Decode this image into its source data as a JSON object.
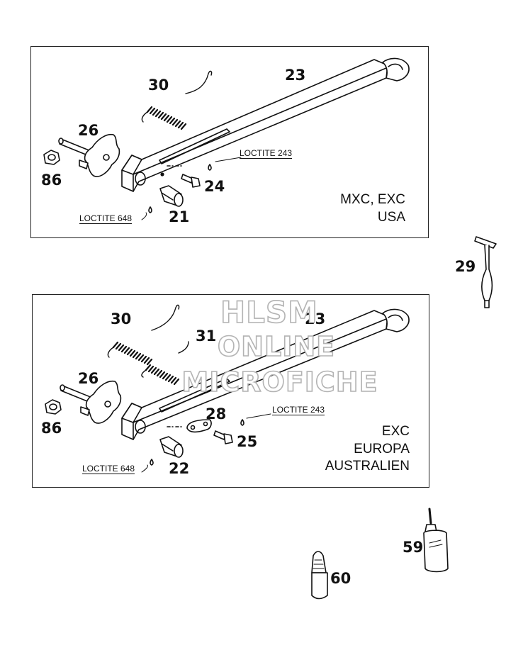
{
  "top_panel": {
    "region_lines": [
      "MXC, EXC",
      "USA"
    ],
    "loctite_upper": "LOCTITE 243",
    "loctite_lower": "LOCTITE 648",
    "parts": {
      "spring": "30",
      "stand": "23",
      "shaft": "26",
      "nut": "86",
      "bolt": "24",
      "pin": "21"
    }
  },
  "bottom_panel": {
    "region_lines": [
      "EXC",
      "EUROPA",
      "AUSTRALIEN"
    ],
    "loctite_upper": "LOCTITE 243",
    "loctite_lower": "LOCTITE 648",
    "parts": {
      "spring_a": "30",
      "spring_b": "31",
      "stand": "23",
      "shaft": "26",
      "nut": "86",
      "plate": "28",
      "bolt": "25",
      "pin": "22"
    }
  },
  "loose_parts": {
    "tool": "29",
    "loctite_bottle": "59",
    "tube": "60"
  },
  "watermark": [
    "HLSM",
    "ONLINE",
    "MICROFICHE"
  ],
  "colors": {
    "line": "#111111",
    "watermark_outline": "#b3b3b3"
  }
}
